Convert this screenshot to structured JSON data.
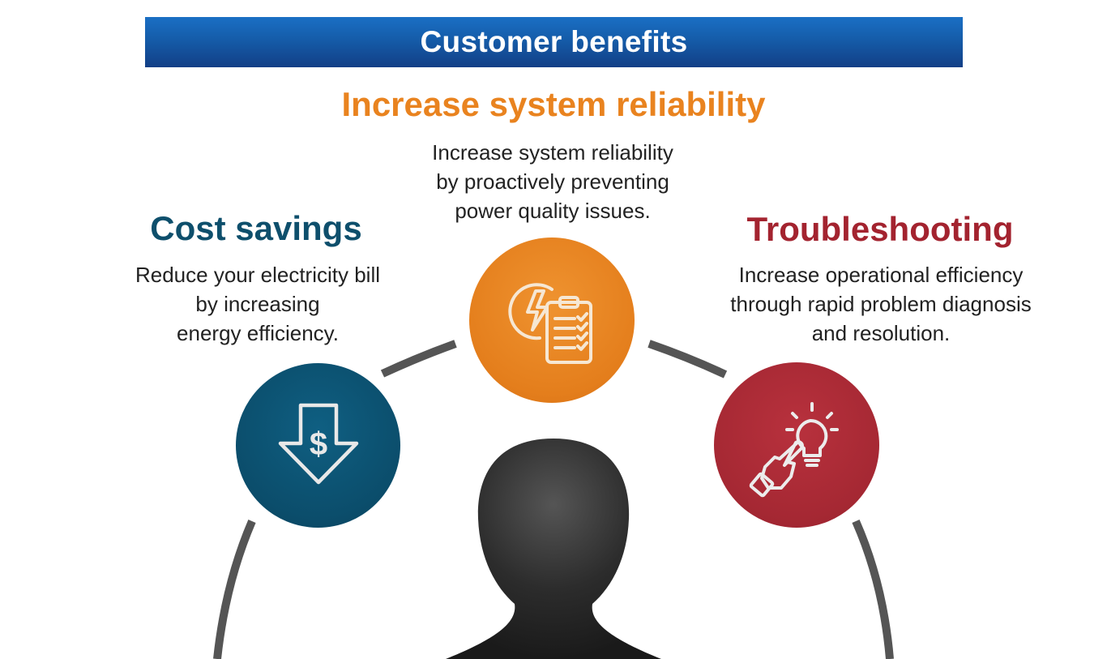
{
  "banner": {
    "title": "Customer benefits"
  },
  "benefits": [
    {
      "key": "reliability",
      "heading": "Increase system reliability",
      "lines": [
        "Increase system reliability",
        "by proactively preventing",
        "power quality issues."
      ],
      "color": "#e9831f",
      "icon": "lightning-clipboard-icon"
    },
    {
      "key": "cost",
      "heading": "Cost savings",
      "lines": [
        "Reduce your electricity bill",
        "by increasing",
        "energy efficiency."
      ],
      "color": "#0e4f6c",
      "icon": "dollar-down-arrow-icon"
    },
    {
      "key": "trouble",
      "heading": "Troubleshooting",
      "lines": [
        "Increase operational efficiency",
        "through rapid problem diagnosis",
        "and resolution."
      ],
      "color": "#a3232f",
      "icon": "hand-lightbulb-icon"
    }
  ],
  "colors": {
    "banner": "#155ca9",
    "arc": "#555555",
    "person": "#2b2b2b"
  }
}
